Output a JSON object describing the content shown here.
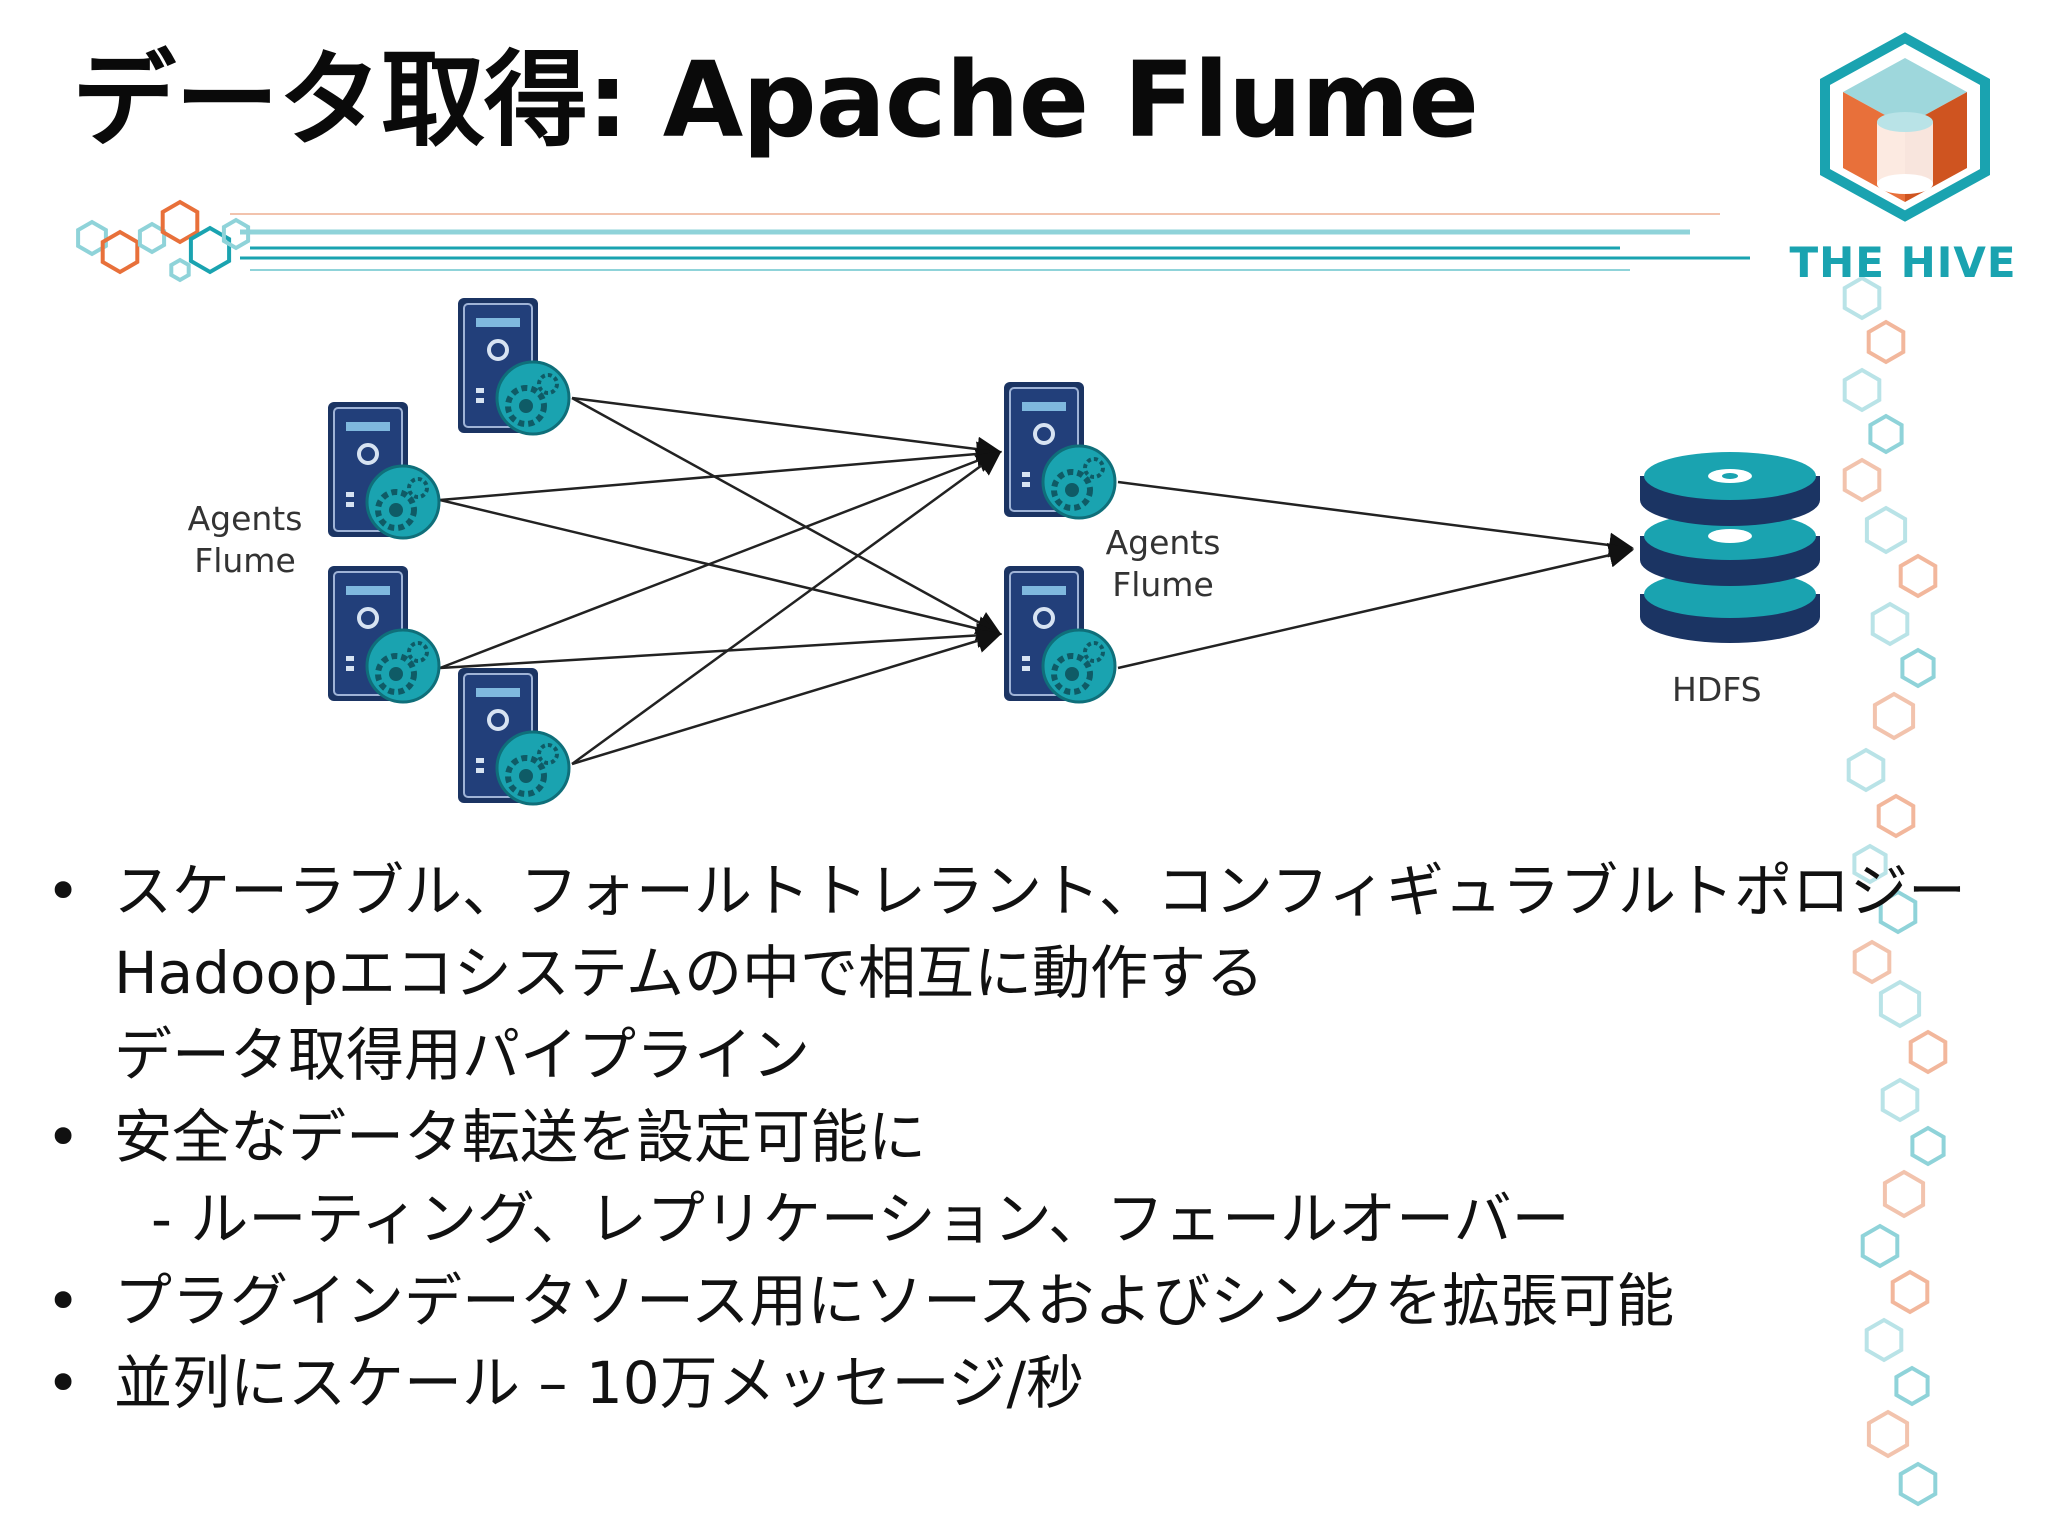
{
  "slide": {
    "title": "データ取得: Apache Flume"
  },
  "logo": {
    "text": "THE HIVE",
    "colors": {
      "teal": "#1aa3b0",
      "orange": "#e8703a"
    }
  },
  "diagram": {
    "left_label": [
      "Agents",
      "Flume"
    ],
    "middle_label": [
      "Agents",
      "Flume"
    ],
    "sink_label": "HDFS",
    "server_icon": "server-gear-icon",
    "database_icon": "database-icon",
    "colors": {
      "server_body": "#1b3463",
      "gear": "#1aa3b0",
      "disk": "#1aa3b0",
      "line": "#222222"
    }
  },
  "bullets": {
    "bullet_char": "•",
    "items": [
      {
        "kind": "bullet",
        "text": "スケーラブル、フォールトトレラント、コンフィギュラブルトポロジー"
      },
      {
        "kind": "cont",
        "text": "Hadoopエコシステムの中で相互に動作する"
      },
      {
        "kind": "cont",
        "text": "データ取得用パイプライン"
      },
      {
        "kind": "bullet",
        "text": "安全なデータ転送を設定可能に"
      },
      {
        "kind": "sub",
        "text": "- ルーティング、レプリケーション、フェールオーバー"
      },
      {
        "kind": "bullet",
        "text": "プラグインデータソース用にソースおよびシンクを拡張可能"
      },
      {
        "kind": "bullet",
        "text": "並列にスケール – 10万メッセージ/秒"
      }
    ]
  }
}
